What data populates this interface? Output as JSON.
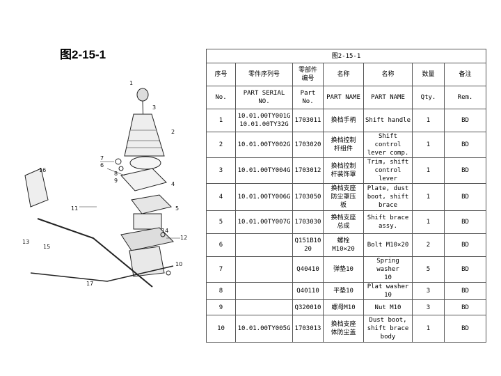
{
  "figure_title": "图2-15-1",
  "table": {
    "caption": "图2-15-1",
    "header_cn": [
      "序号",
      "零件序列号",
      "零部件\n编号",
      "名称",
      "名称",
      "数量",
      "备注"
    ],
    "header_en": [
      "No.",
      "PART SERIAL NO.",
      "Part No.",
      "PART NAME",
      "PART NAME",
      "Qty.",
      "Rem."
    ],
    "rows": [
      {
        "no": "1",
        "serial": "10.01.00TY001G\n10.01.00TY32G",
        "part": "1703011",
        "cn": "换档手柄",
        "en": "Shift handle",
        "qty": "1",
        "rem": "BD"
      },
      {
        "no": "2",
        "serial": "10.01.00TY002G",
        "part": "1703020",
        "cn": "换档控制\n杆组件",
        "en": "Shift control\nlever comp.",
        "qty": "1",
        "rem": "BD"
      },
      {
        "no": "3",
        "serial": "10.01.00TY004G",
        "part": "1703012",
        "cn": "换档控制\n杆装饰罩",
        "en": "Trim, shift\ncontrol lever",
        "qty": "1",
        "rem": "BD"
      },
      {
        "no": "4",
        "serial": "10.01.00TY006G",
        "part": "1703050",
        "cn": "换档支座\n防尘罩压\n板",
        "en": "Plate, dust\nboot, shift\nbrace",
        "qty": "1",
        "rem": "BD"
      },
      {
        "no": "5",
        "serial": "10.01.00TY007G",
        "part": "1703030",
        "cn": "换档支座\n总成",
        "en": "Shift brace\nassy.",
        "qty": "1",
        "rem": "BD"
      },
      {
        "no": "6",
        "serial": "",
        "part": "Q151B10\n20",
        "cn": "螺栓\nM10×20",
        "en": "Bolt M10×20",
        "qty": "2",
        "rem": "BD"
      },
      {
        "no": "7",
        "serial": "",
        "part": "Q40410",
        "cn": "弹垫10",
        "en": "Spring washer\n10",
        "qty": "5",
        "rem": "BD"
      },
      {
        "no": "8",
        "serial": "",
        "part": "Q40110",
        "cn": "平垫10",
        "en": "Plat washer 10",
        "qty": "3",
        "rem": "BD"
      },
      {
        "no": "9",
        "serial": "",
        "part": "Q320010",
        "cn": "螺母M10",
        "en": "Nut M10",
        "qty": "3",
        "rem": "BD"
      },
      {
        "no": "10",
        "serial": "10.01.00TY005G",
        "part": "1703013",
        "cn": "换档支座\n体防尘盖",
        "en": "Dust boot,\nshift brace\nbody",
        "qty": "1",
        "rem": "BD"
      }
    ]
  },
  "diagram": {
    "callouts": [
      "1",
      "2",
      "3",
      "4",
      "5",
      "6",
      "7",
      "8",
      "9",
      "10",
      "11",
      "12",
      "13",
      "14",
      "15",
      "16",
      "17"
    ]
  }
}
